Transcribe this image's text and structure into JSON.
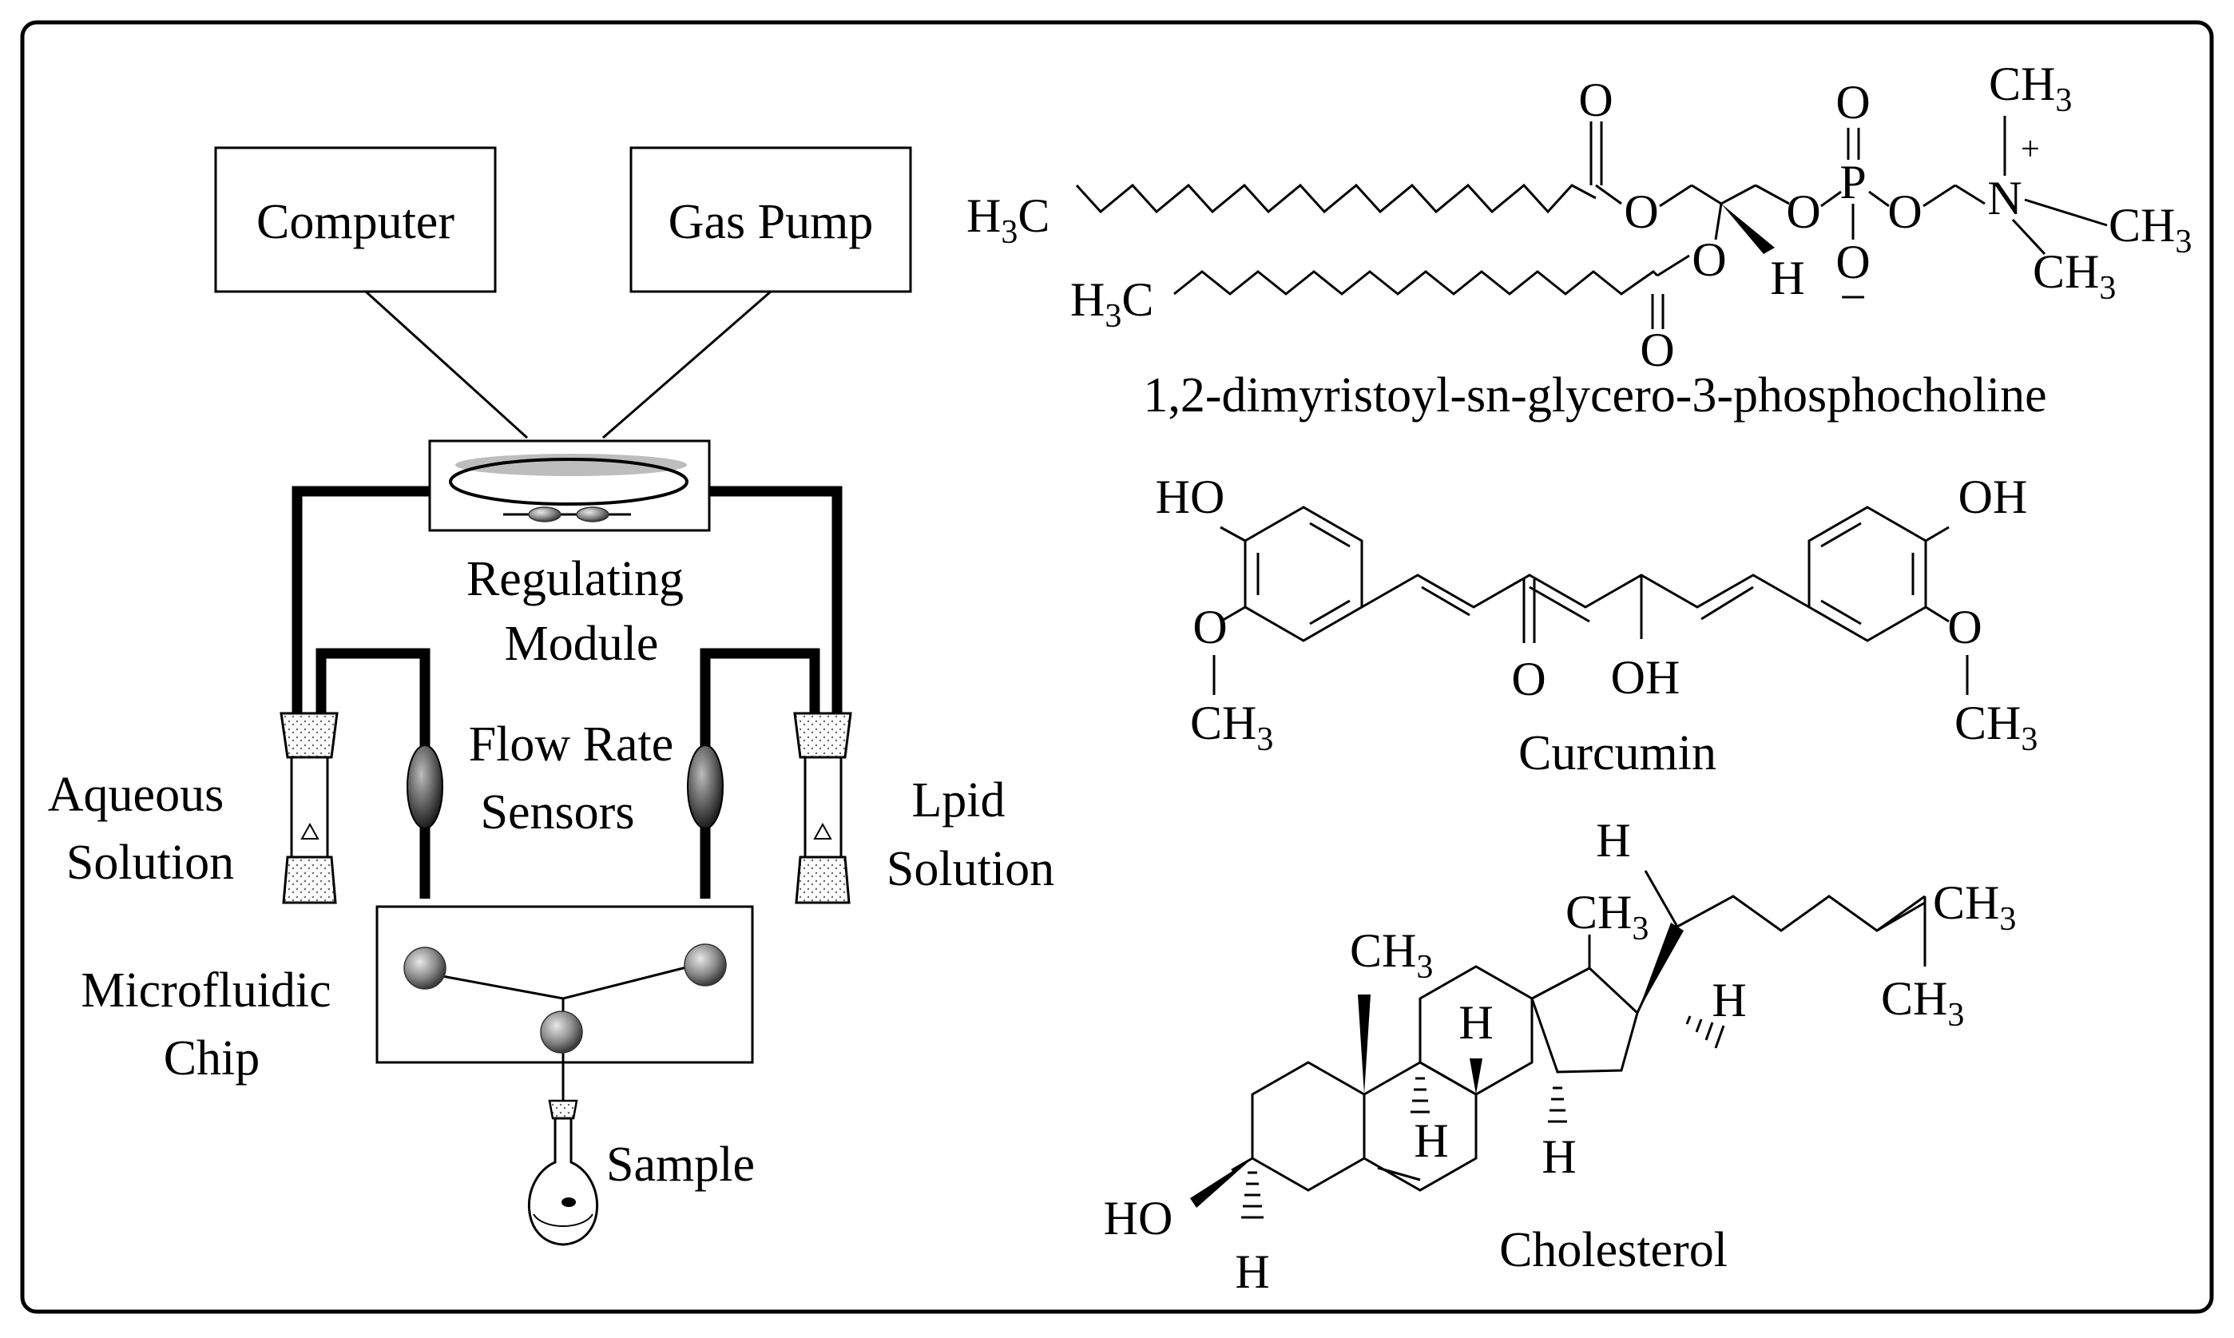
{
  "apparatus": {
    "computer": "Computer",
    "gas_pump": "Gas Pump",
    "regulating_module_line1": "Regulating",
    "regulating_module_line2": "Module",
    "flow_rate_line1": "Flow Rate",
    "flow_rate_line2": "Sensors",
    "aqueous_line1": "Aqueous",
    "aqueous_line2": "Solution",
    "lipid_line1": "Lpid",
    "lipid_line2": "Solution",
    "chip_line1": "Microfluidic",
    "chip_line2": "Chip",
    "sample": "Sample"
  },
  "structures": {
    "dmpc": {
      "name": "1,2-dimyristoyl-sn-glycero-3-phosphocholine",
      "atoms": {
        "h3c": "H",
        "three": "3",
        "c": "C",
        "o": "O",
        "p": "P",
        "n": "N",
        "h": "H",
        "ch": "CH",
        "plus": "+",
        "minus": "−"
      }
    },
    "curcumin": {
      "name": "Curcumin",
      "atoms": {
        "ho": "HO",
        "oh": "OH",
        "o": "O",
        "ch": "CH",
        "three": "3"
      }
    },
    "cholesterol": {
      "name": "Cholesterol",
      "atoms": {
        "h": "H",
        "ho": "HO",
        "ch": "CH",
        "three": "3"
      }
    }
  }
}
